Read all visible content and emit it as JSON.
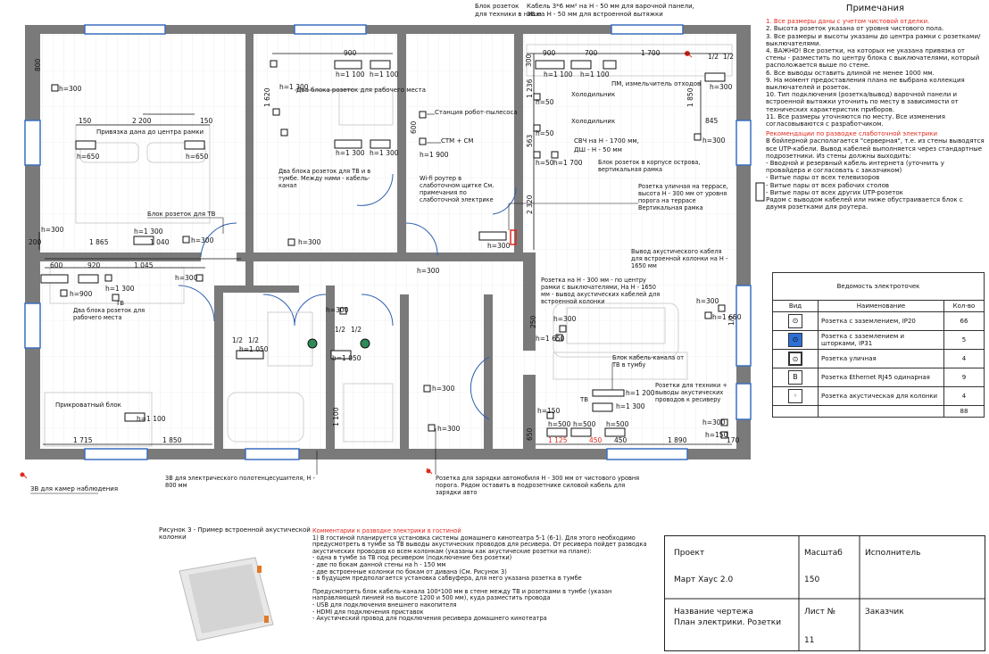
{
  "notes": {
    "title": "Примечания",
    "items": [
      {
        "text": "1. Все размеры даны с учетом чистовой отделки.",
        "red": true
      },
      {
        "text": "2. Высота розеток указана от уровня чистового пола.",
        "red": false
      },
      {
        "text": "3. Все размеры и высоты указаны до центра рамки с розетками/выключателями.",
        "red": false
      },
      {
        "text": "4. ВАЖНО! Все розетки, на которых не указана привязка от стены - разместить по центру блока с выключателями, который расположается выше по стене.",
        "red": false
      },
      {
        "text": "6. Все выводы оставить длиной не менее 1000 мм.",
        "red": false
      },
      {
        "text": "9. На момент предоставления плана не выбрана коллекция выключателей и розеток.",
        "red": false
      },
      {
        "text": "10. Тип подключения (розетка/вывод) варочной панели и встроенной вытяжки уточнить по месту в зависимости от технических характеристик приборов.",
        "red": false
      },
      {
        "text": "11. Все размеры уточняются по месту. Все изменения согласовываются с разработчиком.",
        "red": false
      }
    ],
    "router_heading": "Рекомендации по разводке слаботочной электрики",
    "router_lines": [
      "В бойлерной располагается \"серверная\", т.е. из стены выводятся все UTP-кабели. Вывод кабелей выполняется через стандартные подрозетники. Из стены должны выходить:",
      "- Вводной и резервный кабель интернета (уточнить у провайдера и согласовать с заказчиком)",
      "- Витые пары от всех телевизоров",
      "- Витые пары от всех рабочих столов",
      "- Витые пары от всех других UTP-розеток",
      "Рядом с выводом кабелей или ниже обустраивается блок с двумя розетками для роутера."
    ]
  },
  "table": {
    "caption": "Ведомость электроточек",
    "headers": [
      "Вид",
      "Наименование",
      "Кол-во"
    ],
    "rows": [
      {
        "icon": "socket-ip20-icon",
        "name": "Розетка с заземлением, IP20",
        "count": "66"
      },
      {
        "icon": "socket-shutter-ip31-icon",
        "name": "Розетка с заземлением и шторками, IP31",
        "count": "5"
      },
      {
        "icon": "outdoor-socket-icon",
        "name": "Розетка уличная",
        "count": "4"
      },
      {
        "icon": "ethernet-socket-icon",
        "name": "Розетка Ethernet RJ45 одинарная",
        "count": "9"
      },
      {
        "icon": "speaker-socket-icon",
        "name": "Розетка акустическая для колонки",
        "count": "4"
      }
    ],
    "total": "88",
    "ethernet_glyph": "B"
  },
  "titleblock": {
    "project_label": "Проект",
    "project_value": "Март Хаус 2.0",
    "scale_label": "Масштаб",
    "scale_value": "150",
    "executor_label": "Исполнитель",
    "drawing_label": "Название чертежа",
    "drawing_value": "План электрики. Розетки",
    "sheet_label": "Лист №",
    "sheet_value": "11",
    "customer_label": "Заказчик"
  },
  "figure3": {
    "caption": "Рисунок 3 - Пример встроенной акустической колонки"
  },
  "comments": {
    "heading": "Комментарии к разводке электрики в гостиной",
    "lines": [
      "1) В гостиной планируется установка системы домашнего кинотеатра 5-1 (6-1). Для этого необходимо предусмотреть в тумбе за ТВ выводы акустических проводов для ресивера. От ресивера пойдет разводка акустических проводов ко всем колонкам (указаны как акустические розетки на плане):",
      "- одна в тумбе за ТВ под ресивером (подключение без розетки)",
      "- две по бокам данной стены на h - 150 мм",
      "- две встроенные колонки по бокам от дивана (См. Рисунок 3)",
      "- в будущем предполагается установка сабвуфера, для него указана розетка в тумбе",
      "",
      "Предусмотреть блок кабель-канала 100*100 мм в стене между ТВ и розетками в тумбе (указан направляющей линией на высоте 1200 и 500 мм), куда разместить провода",
      "- USB для подключения внешнего накопителя",
      "- HDMI для подключения приставок",
      "- Акустический провод для подключения ресивера домашнего кинотеатра"
    ]
  },
  "plan": {
    "top_label_1": "Блок розеток",
    "top_label_2": "для техники в нише",
    "top_label_3": "Кабель 3*6 мм² на Н - 50 мм для варочной панели,",
    "top_label_4": "3В на Н - 50 мм для встроенной вытяжки",
    "dims": {
      "d800": "800",
      "d900a": "900",
      "d900b": "900",
      "d700": "700",
      "d1700": "1 700",
      "d300": "300",
      "d150a": "150",
      "d2200": "2 200",
      "d150b": "150",
      "d1620": "1 620",
      "d600": "600",
      "d1236": "1 236",
      "d563": "563",
      "d1850": "1 850",
      "d845": "845",
      "d2320": "2 320",
      "d200": "200",
      "d1865": "1 865",
      "d1040": "1 040",
      "d600b": "600",
      "d920": "920",
      "d1045": "1 045",
      "d1715": "1 715",
      "d1850b": "1 850",
      "d1125": "1 125",
      "d450a": "450",
      "d450b": "450",
      "d1890": "1 890",
      "d170": "170",
      "d650": "650",
      "d1100": "1 100",
      "d250": "250",
      "d12a": "1/2",
      "d12b": "1/2",
      "d12c": "1/2",
      "d12d": "1/2",
      "d12e": "1/2",
      "d12f": "1/2",
      "d12g": "1/2"
    },
    "heights": {
      "h300a": "h=300",
      "h1100a": "h=1 100",
      "h1100b": "h=1 100",
      "h1300a": "h=1 300",
      "h650a": "h=650",
      "h650b": "h=650",
      "h1300b": "h=1 300",
      "h1300c": "h=1 300",
      "h900a": "h=900",
      "h1900": "h=1 900",
      "h300b": "h=300",
      "h1300d": "h=1 300",
      "h300c": "h=300",
      "h300d": "h=300",
      "h50a": "h=50",
      "h50b": "h=50",
      "h50c": "h=50",
      "h1700": "h=1 700",
      "h300e": "h=300",
      "h1100c": "h=1 100",
      "h300f": "h=300",
      "h300g": "h=300",
      "h900b": "h=900",
      "h1300e": "h=1 300",
      "h300h": "h=300",
      "h1050a": "h=1 050",
      "h1050b": "h=1 050",
      "h300i": "h=300",
      "h300j": "h=300",
      "h1650a": "h=1 650",
      "h1200": "h=1 200",
      "h1300f": "h=1 300",
      "h150a": "h=150",
      "h500a": "h=500",
      "h500b": "h=500",
      "h500c": "h=500",
      "h300k": "h=300",
      "h150b": "h=150",
      "h1100d": "h=1 100",
      "h300l": "h=300",
      "h300m": "h=300",
      "h300n": "h=300",
      "h1650b": "h=1 650"
    },
    "labels": {
      "two_blocks_work": "Два блока розеток для рабочего места",
      "tie_center": "Привязка дана до центра рамки",
      "station": "Станция робот-пылесоса",
      "stm_sm": "СТМ + СМ",
      "pm": "ПМ, измельчитель отходов",
      "fridge1": "Холодильник",
      "fridge2": "Холодильник",
      "svch": "СВЧ на Н - 1700 мм,",
      "dsh": "ДШ - Н - 50 мм",
      "block_tv_closet": "Два блока розеток для ТВ и в тумбе. Между ними - кабель-канал",
      "wifi": "Wi-fi роутер в слаботочном щитке См. примечания по слаботочной электрике",
      "block_island": "Блок розеток в корпусе острова, вертикальная рамка",
      "terrace": "Розетка уличная на террасе, высота Н - 300 мм от уровня порога на террасе Вертикальная рамка",
      "block_tv": "Блок розеток для ТВ",
      "tv1": "ТВ",
      "two_blocks_work2": "Два блока розеток для рабочего места",
      "speaker_out": "Вывод акустического кабеля для встроенной колонки на Н - 1650 мм",
      "socket_h300": "Розетка на Н - 300 мм - по центру рамки с выключателями, На Н - 1650 мм - вывод акустических кабелей для встроенной колонки",
      "cable_channel": "Блок кабель-канала от ТВ в тумбу",
      "tech_sockets": "Розетки для техники + выводы акустических проводов к ресиверу",
      "tv2": "ТВ",
      "bedside": "Прикроватный блок",
      "towel": "3В для электрического полотенцесушителя, Н - 800 мм",
      "camera": "3В для камер наблюдения",
      "car": "Розетка для зарядки автомобиля Н - 300 мм от чистового уровня порога. Рядом оставить в подрозетнике силовой кабель для зарядки авто"
    }
  },
  "colors": {
    "wall": "#7a7a7a",
    "red": "#e0281e",
    "window": "#3a6fc0",
    "door": "#2f5fb0"
  }
}
